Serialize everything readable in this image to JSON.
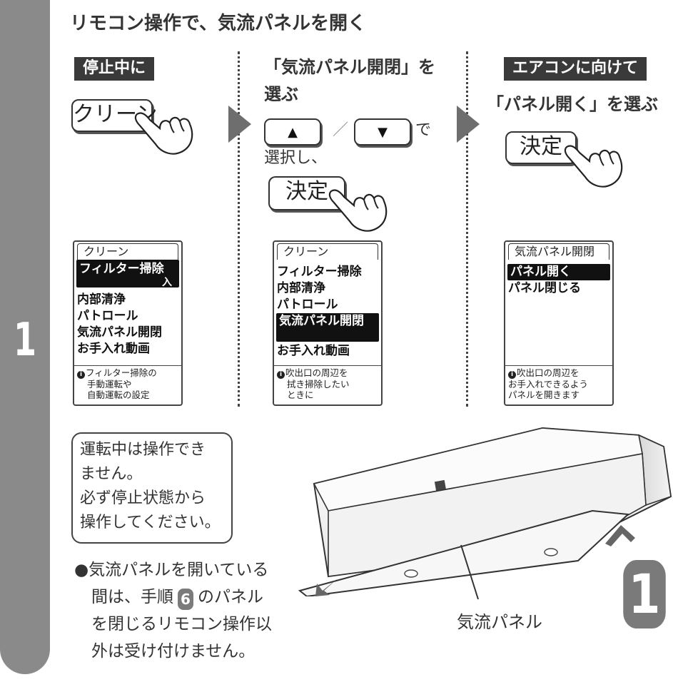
{
  "step_number": "1",
  "heading": "リモコン操作で、気流パネルを開く",
  "col1": {
    "tag": "停止中に",
    "button_label": "クリーン",
    "screen": {
      "title": "クリーン",
      "items": [
        "フィルター掃除",
        "内部清浄",
        "パトロール",
        "気流パネル開閉",
        "お手入れ動画"
      ],
      "selected_sub": "入",
      "note": [
        "フィルター掃除の",
        "手動運転や",
        "自動運転の設定"
      ]
    }
  },
  "col2": {
    "line1": "「気流パネル開閉」を",
    "line2": "選ぶ",
    "slash": "／",
    "de": "で",
    "select_text": "選択し、",
    "button_label": "決定",
    "up_icon": "▲",
    "down_icon": "▼",
    "screen": {
      "title": "クリーン",
      "items": [
        "フィルター掃除",
        "内部清浄",
        "パトロール",
        "気流パネル開閉",
        "お手入れ動画"
      ],
      "note": [
        "吹出口の周辺を",
        "拭き掃除したい",
        "ときに"
      ]
    }
  },
  "col3": {
    "tag": "エアコンに向けて",
    "line1": "「パネル開く」を選ぶ",
    "button_label": "決定",
    "screen": {
      "title": "気流パネル開閉",
      "items": [
        "パネル開く",
        "パネル閉じる"
      ],
      "note": [
        "吹出口の周辺を",
        "お手入れできるよう",
        "パネルを開きます"
      ]
    }
  },
  "callout": {
    "lines": [
      "運転中は操作でき",
      "ません。",
      "必ず停止状態から",
      "操作してください。"
    ]
  },
  "bullet": {
    "line1": "気流パネルを開いている",
    "line2_a": "間は、手順",
    "step_ref": "6",
    "line2_b": "のパネル",
    "line3": "を閉じるリモコン操作以",
    "line4": "外は受け付けません。"
  },
  "illustration": {
    "panel_label": "気流パネル",
    "badge": "1"
  },
  "colors": {
    "step_bar": "#8a8a8a",
    "tag_bg": "#3a3a3a",
    "arrow": "#6e6e6e"
  },
  "icons": [
    "hand-pointer-icon",
    "play-arrow-icon",
    "up-triangle-icon",
    "down-triangle-icon",
    "info-icon",
    "air-conditioner-illustration"
  ]
}
